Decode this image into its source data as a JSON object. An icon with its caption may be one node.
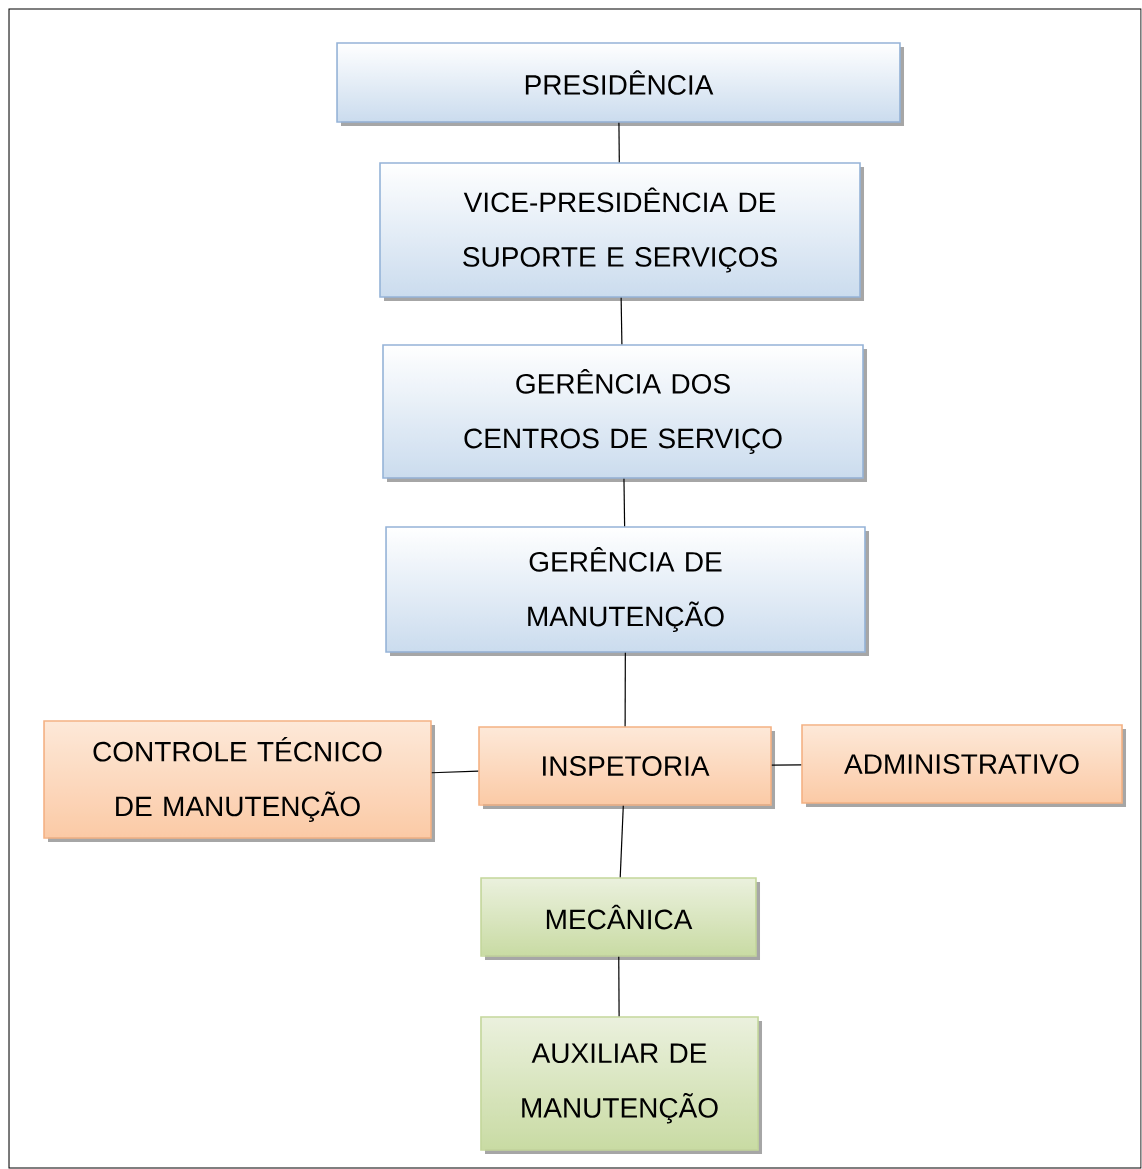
{
  "diagram": {
    "nodes": [
      {
        "text": [
          "PRESIDÊNCIA"
        ]
      },
      {
        "text": [
          "VICE-PRESIDÊNCIA DE SUPORTE E SERVIÇOS"
        ]
      },
      {
        "text": [
          "GERÊNCIA DOS CENTROS DE SERVIÇO"
        ]
      },
      {
        "text": [
          "GERÊNCIA DE MANUTENÇÃO"
        ]
      },
      {
        "text": [
          "CONTROLE TÉCNICO DE MANUTENÇÃO"
        ]
      },
      {
        "text": [
          "INSPETORIA"
        ]
      },
      {
        "text": [
          "ADMINISTRATIVO"
        ]
      },
      {
        "text": [
          "MECÂNICA"
        ]
      },
      {
        "text": [
          "AUXILIAR DE MANUTENÇÃO"
        ]
      }
    ],
    "edges": [
      {
        "from": 0,
        "to": 1,
        "arrow": "none"
      },
      {
        "from": 1,
        "to": 2,
        "arrow": "none"
      },
      {
        "from": 2,
        "to": 3,
        "arrow": "none"
      },
      {
        "from": 3,
        "to": 5,
        "arrow": "none"
      },
      {
        "from": 5,
        "to": 4,
        "arrow": "none"
      },
      {
        "from": 5,
        "to": 6,
        "arrow": "none"
      },
      {
        "from": 5,
        "to": 7,
        "arrow": "none"
      },
      {
        "from": 7,
        "to": 8,
        "arrow": "none"
      }
    ]
  }
}
